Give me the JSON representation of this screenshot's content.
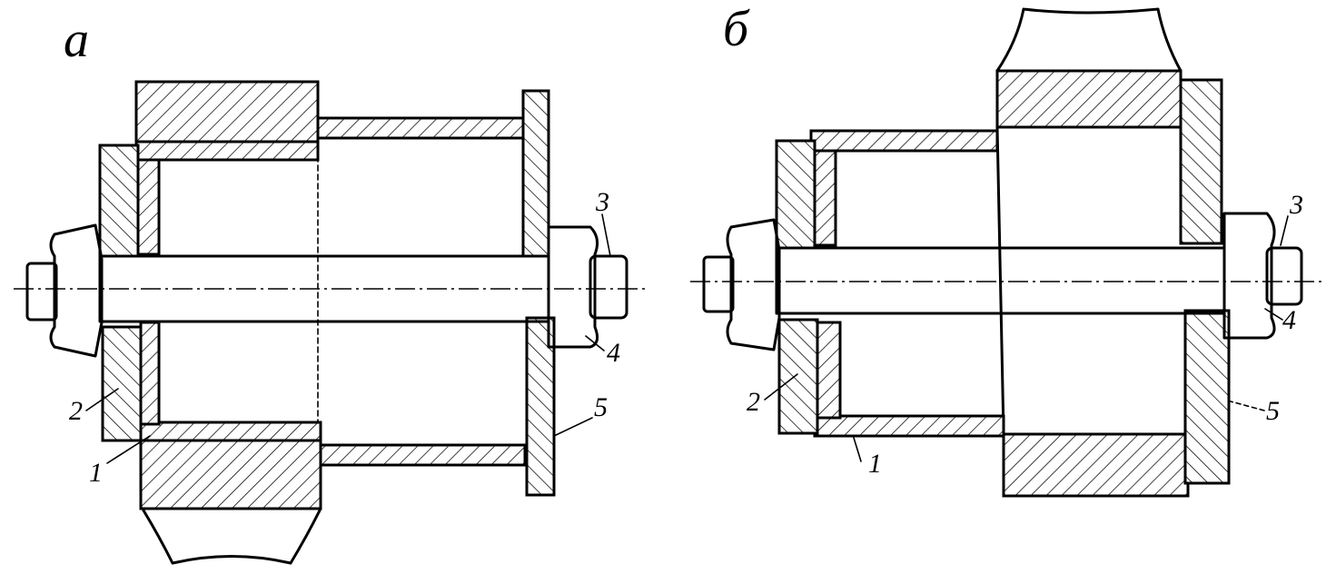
{
  "panels": [
    {
      "label": "а",
      "callouts": [
        "1",
        "2",
        "3",
        "4",
        "5"
      ]
    },
    {
      "label": "б",
      "callouts": [
        "1",
        "2",
        "3",
        "4",
        "5"
      ]
    }
  ]
}
